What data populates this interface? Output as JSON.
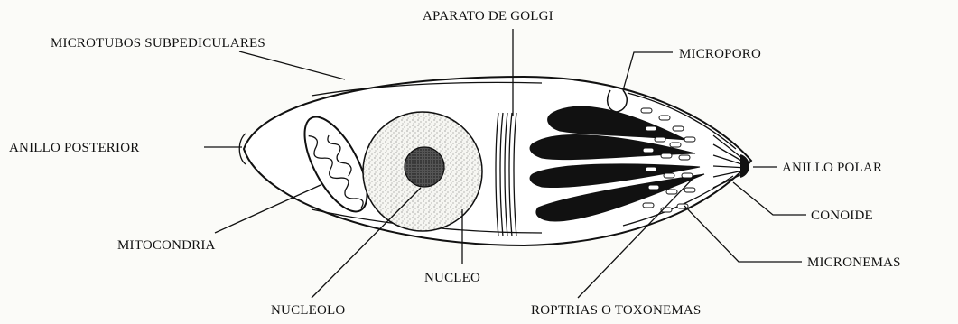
{
  "labels": {
    "golgi": "APARATO DE GOLGI",
    "microtubules": "MICROTUBOS SUBPEDICULARES",
    "micropore": "MICROPORO",
    "posterior_ring": "ANILLO POSTERIOR",
    "polar_ring": "ANILLO POLAR",
    "conoid": "CONOIDE",
    "mitochondria": "MITOCONDRIA",
    "micronemes": "MICRONEMAS",
    "nucleus": "NUCLEO",
    "nucleolus": "NUCLEOLO",
    "rhoptries": "ROPTRIAS O TOXONEMAS"
  }
}
